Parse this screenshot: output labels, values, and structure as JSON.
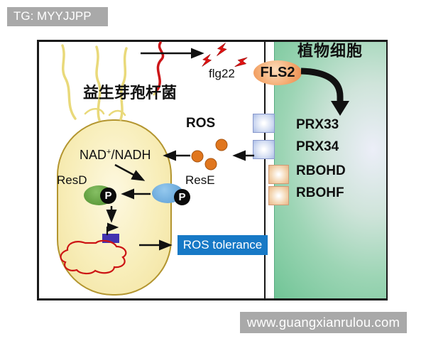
{
  "header": {
    "tag_label": "TG: MYYJJPP"
  },
  "watermark": {
    "label": "www.guangxianrulou.com"
  },
  "diagram": {
    "plant_cell": {
      "title": "植物细胞",
      "receptor_label": "FLS2",
      "elicitor_label": "flg22",
      "membrane_proteins": [
        "PRX33",
        "PRX34",
        "RBOHD",
        "RBOHF"
      ]
    },
    "bacterium": {
      "title": "益生芽孢杆菌",
      "nad_label": {
        "pre": "NAD",
        "sup": "+",
        "post": "/NADH"
      },
      "response_regulator_label": "ResD",
      "sensor_kinase_label": "ResE",
      "phosphate_label": "P",
      "outcome_label": "ROS tolerance"
    },
    "signal": {
      "ros_label": "ROS"
    },
    "colors": {
      "header_bar_gray": "#a9a9a9",
      "plant_cell_green": "#6fc495",
      "bacterium_yellow": "#f8eeba",
      "fls2_orange": "#f4a76c",
      "ros_dot_orange": "#e0761e",
      "resd_green": "#569434",
      "rese_blue": "#5fa0d6",
      "ros_tolerance_blue": "#1779c6",
      "lightning_red": "#e11212",
      "plasmid_red": "#cc1414",
      "gene_indigo": "#4233b0"
    }
  }
}
